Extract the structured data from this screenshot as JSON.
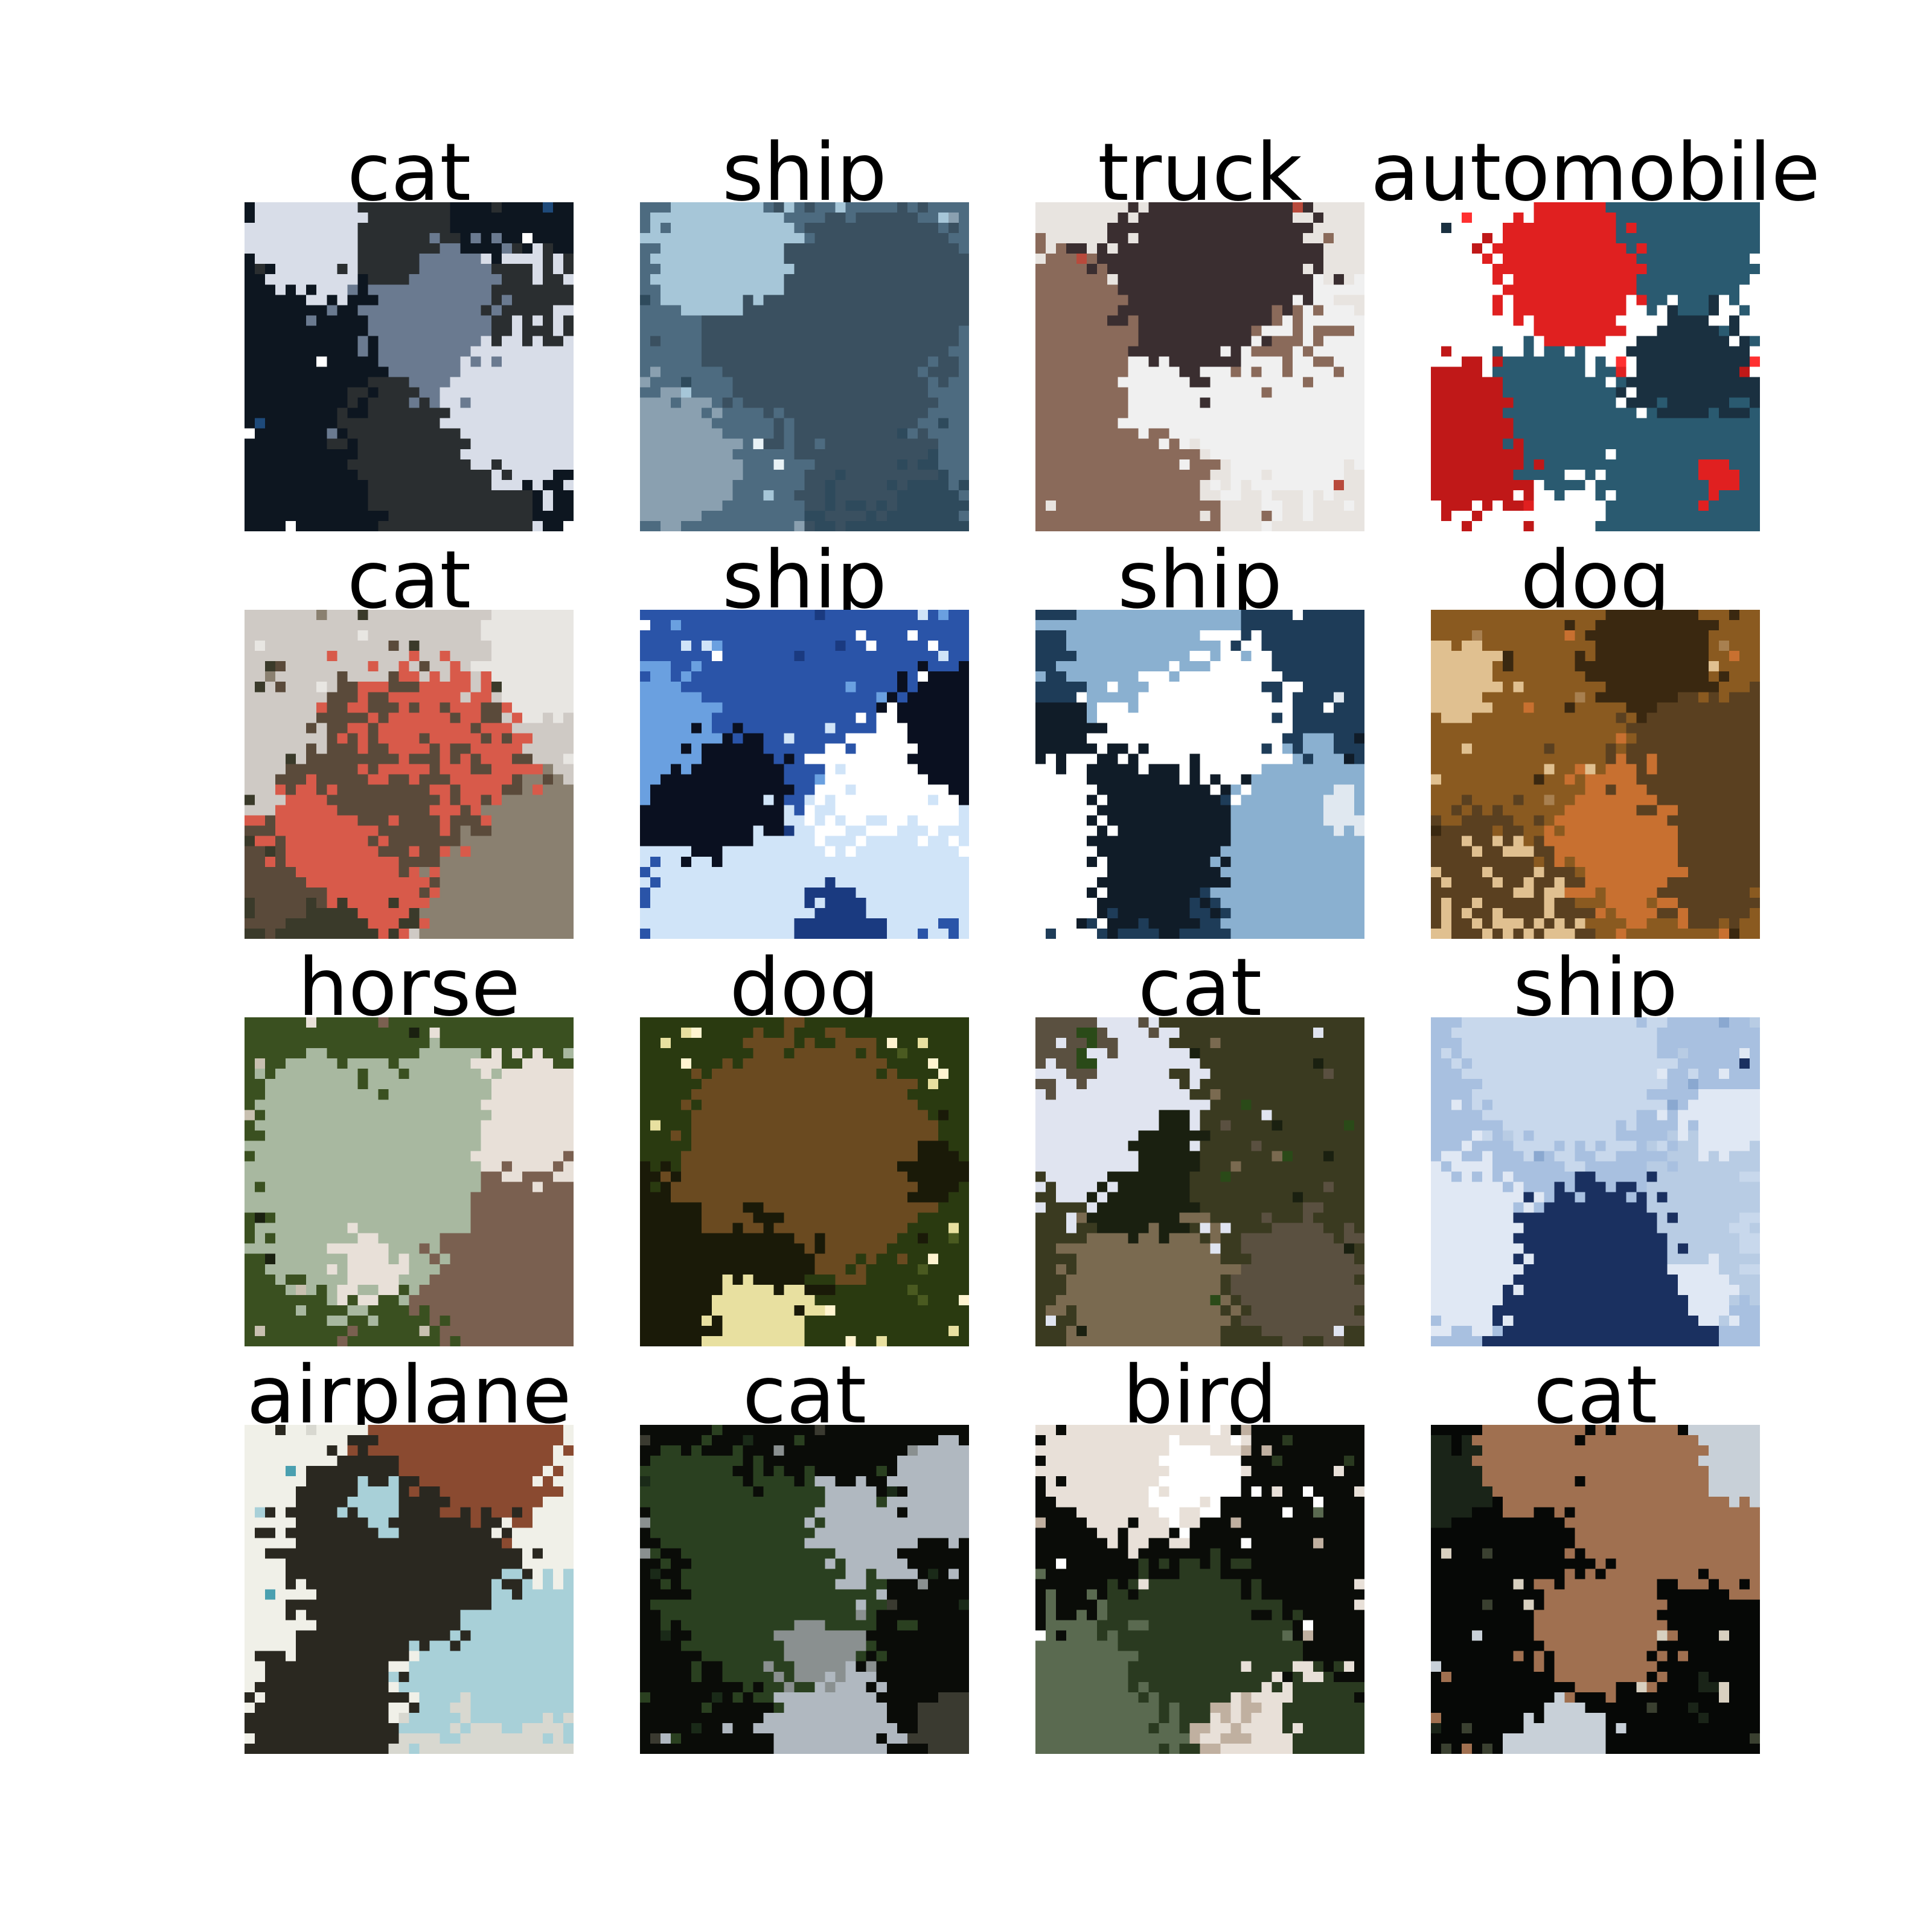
{
  "figure": {
    "samples": [
      {
        "label": "cat",
        "palette": [
          "#0d1620",
          "#ffffff",
          "#1e4a7a",
          "#d8dde8",
          "#2a2e30",
          "#6a7a90"
        ]
      },
      {
        "label": "ship",
        "palette": [
          "#4d6b80",
          "#8aa0b0",
          "#e8f2f6",
          "#2e4a5c",
          "#a6c6d8",
          "#3a5060"
        ]
      },
      {
        "label": "truck",
        "palette": [
          "#e8e4e0",
          "#b84a3c",
          "#3a2e30",
          "#d8c0b8",
          "#8a6a5a",
          "#f0f0f0"
        ]
      },
      {
        "label": "automobile",
        "palette": [
          "#ffffff",
          "#e02020",
          "#ff3030",
          "#1a3040",
          "#2a5a70",
          "#c01818"
        ]
      },
      {
        "label": "cat",
        "palette": [
          "#cfcac5",
          "#3a3a2a",
          "#e8e6e2",
          "#5a4a3a",
          "#d85a4a",
          "#8a8070"
        ]
      },
      {
        "label": "ship",
        "palette": [
          "#2a54a8",
          "#ffffff",
          "#0a1020",
          "#6aa0e0",
          "#d0e4f8",
          "#1a3a80"
        ]
      },
      {
        "label": "ship",
        "palette": [
          "#1e3c58",
          "#e0e8f0",
          "#2e5a80",
          "#ffffff",
          "#101c28",
          "#8ab0d0"
        ]
      },
      {
        "label": "dog",
        "palette": [
          "#8a5a20",
          "#c87030",
          "#3a2810",
          "#a88050",
          "#5a4020",
          "#e0c090"
        ]
      },
      {
        "label": "horse",
        "palette": [
          "#3a5020",
          "#c8c0b0",
          "#1a2010",
          "#7a6050",
          "#a8b8a0",
          "#e8e0d8"
        ]
      },
      {
        "label": "dog",
        "palette": [
          "#2a3a10",
          "#e8e0a0",
          "#4a5a20",
          "#fff4d0",
          "#1a1a08",
          "#6a4a20"
        ]
      },
      {
        "label": "cat",
        "palette": [
          "#3a3a20",
          "#7a6a50",
          "#2a4a18",
          "#e0e4f0",
          "#5a5040",
          "#1a2010"
        ]
      },
      {
        "label": "ship",
        "palette": [
          "#a8c0e0",
          "#c8d8ec",
          "#8aa8d0",
          "#1a3060",
          "#b8cce4",
          "#e0e8f4"
        ]
      },
      {
        "label": "airplane",
        "palette": [
          "#f0f0e8",
          "#4aa0b0",
          "#2a2820",
          "#d8d8d0",
          "#8a4a30",
          "#a8d0d8"
        ]
      },
      {
        "label": "cat",
        "palette": [
          "#0a0c08",
          "#1a2a18",
          "#3a3a30",
          "#8a9090",
          "#2a4020",
          "#b0b8c0"
        ]
      },
      {
        "label": "bird",
        "palette": [
          "#0a0c08",
          "#e8e0d8",
          "#2a3a20",
          "#c0b0a0",
          "#5a6a50",
          "#ffffff"
        ]
      },
      {
        "label": "cat",
        "palette": [
          "#060806",
          "#1a2418",
          "#d8d0c0",
          "#3a4030",
          "#a07050",
          "#c8d0d8"
        ]
      }
    ]
  }
}
